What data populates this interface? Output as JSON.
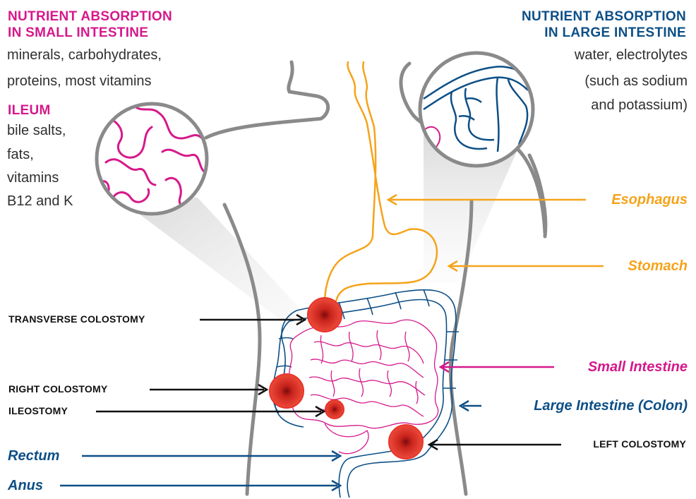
{
  "small_intestine_panel": {
    "heading_line1": "NUTRIENT ABSORPTION",
    "heading_line2": "IN SMALL INTESTINE",
    "body_line1": "minerals, carbohydrates,",
    "body_line2": "proteins, most vitamins",
    "ileum_heading": "ILEUM",
    "ileum_line1": "bile salts,",
    "ileum_line2": "fats,",
    "ileum_line3": "vitamins",
    "ileum_line4": "B12 and K"
  },
  "large_intestine_panel": {
    "heading_line1": "NUTRIENT ABSORPTION",
    "heading_line2": "IN LARGE INTESTINE",
    "body_line1": "water, electrolytes",
    "body_line2": "(such as sodium",
    "body_line3": "and potassium)"
  },
  "organ_labels": {
    "esophagus": "Esophagus",
    "stomach": "Stomach",
    "small_intestine": "Small Intestine",
    "large_intestine": "Large Intestine (Colon)",
    "rectum": "Rectum",
    "anus": "Anus"
  },
  "stoma_labels": {
    "transverse": "TRANSVERSE COLOSTOMY",
    "right": "RIGHT COLOSTOMY",
    "ileostomy": "ILEOSTOMY",
    "left": "LEFT COLOSTOMY"
  },
  "colors": {
    "small_intestine": "#d6188b",
    "large_intestine": "#0d4f86",
    "esophagus_stomach": "#f5a31a",
    "stoma": "#e8342b",
    "body_outline": "#8a8a8a"
  }
}
